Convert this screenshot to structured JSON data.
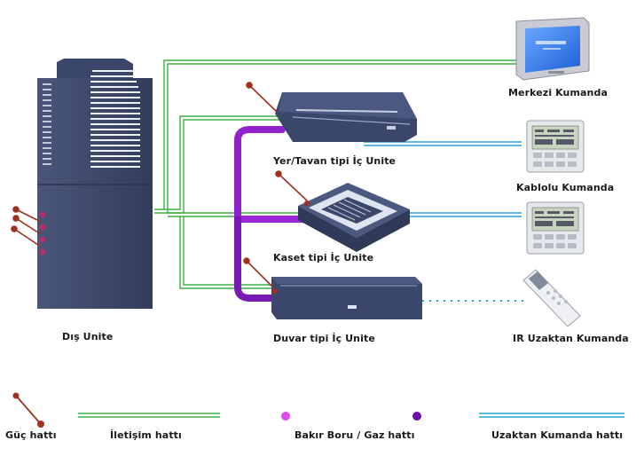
{
  "labels": {
    "outdoor_unit": "Dış Unite",
    "ceiling_unit": "Yer/Tavan tipi İç Unite",
    "cassette_unit": "Kaset tipi İç Unite",
    "wall_unit": "Duvar tipi İç Unite",
    "central_control": "Merkezi Kumanda",
    "wired_control": "Kablolu Kumanda",
    "ir_remote": "IR Uzaktan Kumanda"
  },
  "legend": {
    "power": "Güç hattı",
    "communication": "İletişim hattı",
    "copper_gas": "Bakır Boru / Gaz  hattı",
    "remote": "Uzaktan Kumanda  hattı"
  },
  "colors": {
    "unit_body": "#3d4a6b",
    "power_line": "#a03020",
    "communication_line": "#3cb043",
    "copper_pipe": "#8a1fc0",
    "remote_line": "#29a3d6"
  }
}
